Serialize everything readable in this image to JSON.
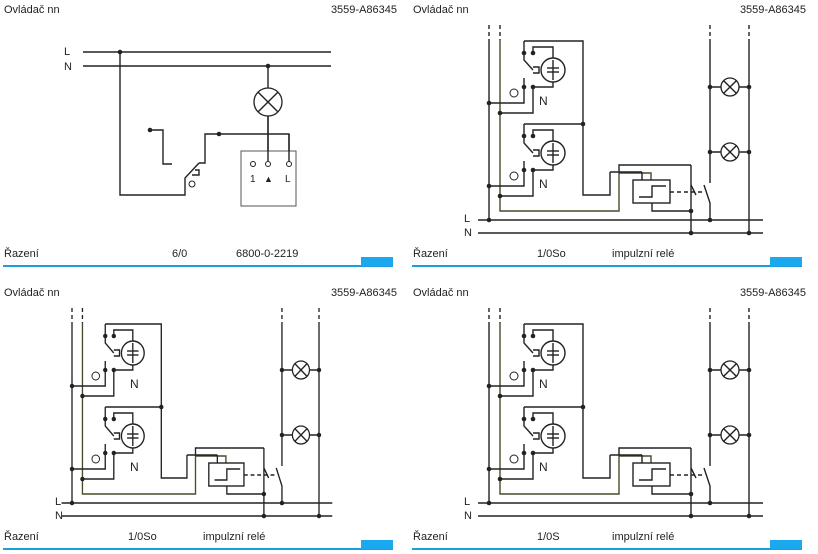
{
  "panels": [
    {
      "title": "Ovládač nn",
      "code": "3559-A86345",
      "footer_label": "Řazení",
      "footer_type": "6/0",
      "footer_desc": "6800-0-2219",
      "labels": {
        "L": "L",
        "N": "N",
        "t1": "1",
        "t2": "▲",
        "t3": "L"
      }
    },
    {
      "title": "Ovládač nn",
      "code": "3559-A86345",
      "footer_label": "Řazení",
      "footer_type": "1/0So",
      "footer_desc": "impulzní relé",
      "labels": {
        "L": "L",
        "N": "N",
        "n1": "N",
        "n2": "N"
      }
    },
    {
      "title": "Ovládač nn",
      "code": "3559-A86345",
      "footer_label": "Řazení",
      "footer_type": "1/0So",
      "footer_desc": "impulzní relé",
      "labels": {
        "L": "L",
        "N": "N",
        "n1": "N",
        "n2": "N"
      }
    },
    {
      "title": "Ovládač nn",
      "code": "3559-A86345",
      "footer_label": "Řazení",
      "footer_type": "1/0S",
      "footer_desc": "impulzní relé",
      "labels": {
        "L": "L",
        "N": "N",
        "n1": "N",
        "n2": "N"
      }
    }
  ],
  "colors": {
    "accent": "#1a9ee0",
    "wire": "#222222"
  }
}
